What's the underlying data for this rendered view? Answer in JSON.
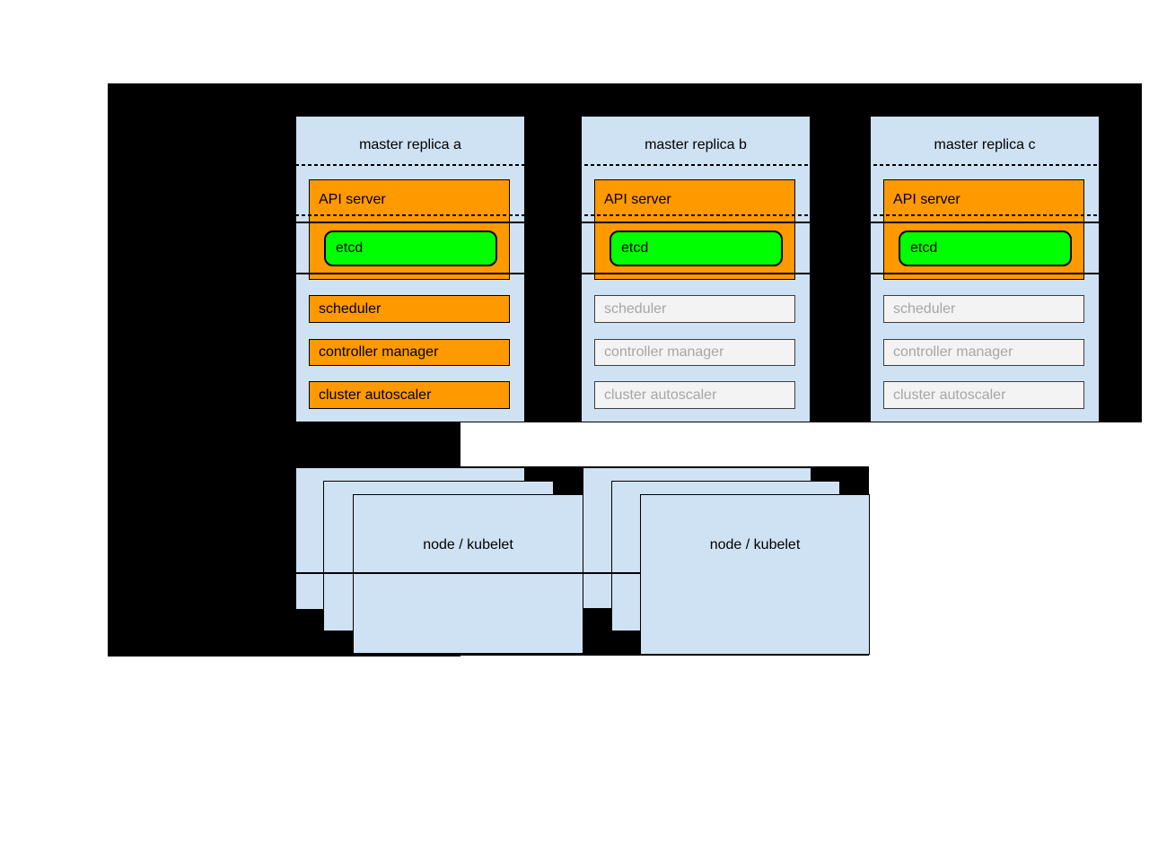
{
  "diagram": {
    "kind": "kubernetes-ha-masters",
    "panels": [
      {
        "title": "master replica a",
        "api_server_label": "API server",
        "etcd_label": "etcd",
        "scheduler_label": "scheduler",
        "controller_manager_label": "controller manager",
        "cluster_autoscaler_label": "cluster autoscaler",
        "components_state": "active"
      },
      {
        "title": "master replica b",
        "api_server_label": "API server",
        "etcd_label": "etcd",
        "scheduler_label": "scheduler",
        "controller_manager_label": "controller manager",
        "cluster_autoscaler_label": "cluster autoscaler",
        "components_state": "inactive"
      },
      {
        "title": "master replica c",
        "api_server_label": "API server",
        "etcd_label": "etcd",
        "scheduler_label": "scheduler",
        "controller_manager_label": "controller manager",
        "cluster_autoscaler_label": "cluster autoscaler",
        "components_state": "inactive"
      }
    ],
    "node_stacks": [
      {
        "label": "node / kubelet",
        "stacked_count": 3
      },
      {
        "label": "node / kubelet",
        "stacked_count": 3
      }
    ],
    "colors": {
      "panel_blue": "#cfe2f3",
      "active_orange": "#ff9900",
      "etcd_green": "#00ff00",
      "inactive_fill": "#f3f3f3",
      "inactive_text": "#a6a6a6",
      "background_black": "#000000",
      "page_white": "#ffffff"
    }
  }
}
